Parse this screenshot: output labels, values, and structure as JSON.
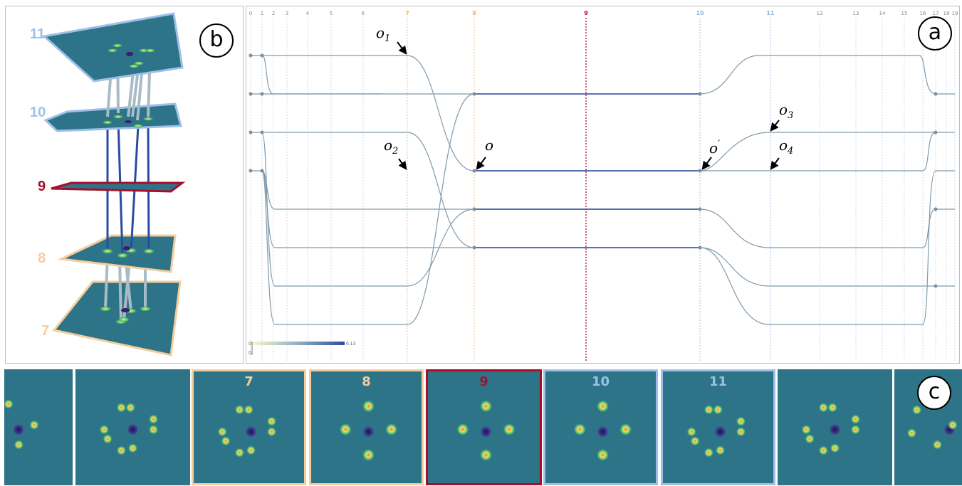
{
  "panels": {
    "a": {
      "letter": "a"
    },
    "b": {
      "letter": "b"
    },
    "c": {
      "letter": "c"
    }
  },
  "panel_b": {
    "layers": [
      {
        "label": "11",
        "color": "#9ec0e8"
      },
      {
        "label": "10",
        "color": "#9ec0e8"
      },
      {
        "label": "9",
        "color": "#a50f2c"
      },
      {
        "label": "8",
        "color": "#f5cc9c"
      },
      {
        "label": "7",
        "color": "#f5cc9c"
      }
    ]
  },
  "panel_a": {
    "ticks": [
      "0",
      "1",
      "2",
      "3",
      "4",
      "5",
      "6",
      "7",
      "8",
      "9",
      "10",
      "11",
      "12",
      "13",
      "14",
      "15",
      "16",
      "17",
      "18",
      "19"
    ],
    "highlight_ticks": {
      "7": "#f0b070",
      "8": "#f0b070",
      "9": "#a50f2c",
      "10": "#8fb3e0",
      "11": "#8fb3e0"
    },
    "annotations": [
      {
        "base": "o",
        "sub": "1",
        "sup": ""
      },
      {
        "base": "o",
        "sub": "2",
        "sup": ""
      },
      {
        "base": "o",
        "sub": "",
        "sup": ""
      },
      {
        "base": "o",
        "sub": "",
        "sup": "′"
      },
      {
        "base": "o",
        "sub": "3",
        "sup": ""
      },
      {
        "base": "o",
        "sub": "4",
        "sup": ""
      }
    ],
    "colorbar": {
      "min_label": "0",
      "max_label": "0.13",
      "start_color": "#f5f7d0",
      "end_color": "#2a4ea0"
    }
  },
  "strip_c": {
    "frames": [
      {
        "label": "",
        "border": "none",
        "blobs": 5
      },
      {
        "label": "",
        "border": "none",
        "blobs": 8
      },
      {
        "label": "7",
        "border": "#f5cc9c",
        "label_color": "#f5cc9c",
        "blobs": 8
      },
      {
        "label": "8",
        "border": "#f5cc9c",
        "label_color": "#f5cc9c",
        "blobs": 4
      },
      {
        "label": "9",
        "border": "#a50f2c",
        "label_color": "#a50f2c",
        "blobs": 4
      },
      {
        "label": "10",
        "border": "#9ec0e8",
        "label_color": "#9ec0e8",
        "blobs": 4
      },
      {
        "label": "11",
        "border": "#9ec0e8",
        "label_color": "#9ec0e8",
        "blobs": 8
      },
      {
        "label": "",
        "border": "none",
        "blobs": 8
      },
      {
        "label": "",
        "border": "none",
        "blobs": 5
      }
    ]
  }
}
